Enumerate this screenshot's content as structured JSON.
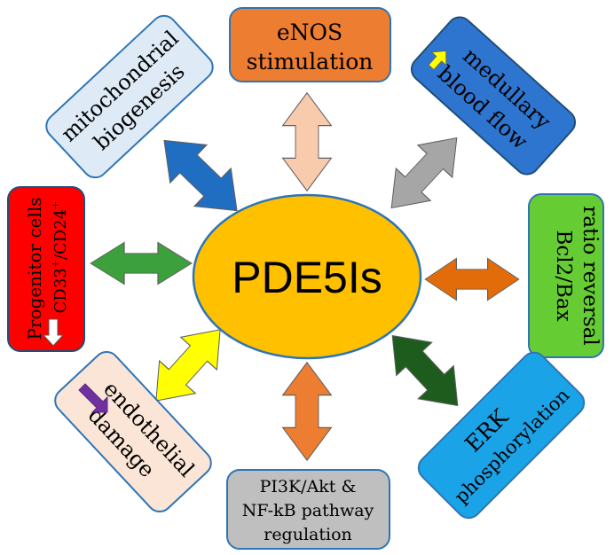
{
  "center": {
    "label": "PDE5Is",
    "fill": "#FFC000",
    "stroke": "#2E75B6"
  },
  "nodes": {
    "enos": {
      "line1": "eNOS",
      "line2": "stimulation",
      "fill": "#ED7D31"
    },
    "medullary": {
      "line1": "medullary",
      "line2": "blood flow",
      "fill": "#2E75D0",
      "indicator": "up-arrow-icon",
      "indicator_color": "#FFFF00"
    },
    "bcl2": {
      "line1": "Bcl2/Bax",
      "line2": "ratio reversal",
      "fill": "#66CC33"
    },
    "erk": {
      "line1": "ERK",
      "line2": "phosphorylation",
      "fill": "#1BA3E8"
    },
    "pi3k": {
      "line1": "PI3K/Akt &",
      "line2": "NF-kB pathway",
      "line3": "regulation",
      "fill": "#BFBFBF"
    },
    "endothelial": {
      "line1": "endothelial",
      "line2": "damage",
      "fill": "#FBE5D6",
      "indicator": "down-arrow-icon",
      "indicator_color": "#7030A0"
    },
    "progenitor": {
      "line1": "Progenitor cells",
      "line2_pre": "CD33",
      "sup1": "+",
      "line2_mid": "/CD24",
      "sup2": "+",
      "fill": "#FF0000",
      "indicator": "up-arrow-icon",
      "indicator_color": "#FFFFFF"
    },
    "mito": {
      "line1": "mitochondrial",
      "line2": "biogenesis",
      "fill": "#DEEBF7"
    }
  },
  "arrows": {
    "up": "#F8CBAD",
    "upright": "#A6A6A6",
    "right": "#E36C0A",
    "downright": "#1E5C1E",
    "down": "#ED7D31",
    "downleft": "#FFFF00",
    "left": "#3CA03C",
    "upleft": "#1F6EC2"
  }
}
